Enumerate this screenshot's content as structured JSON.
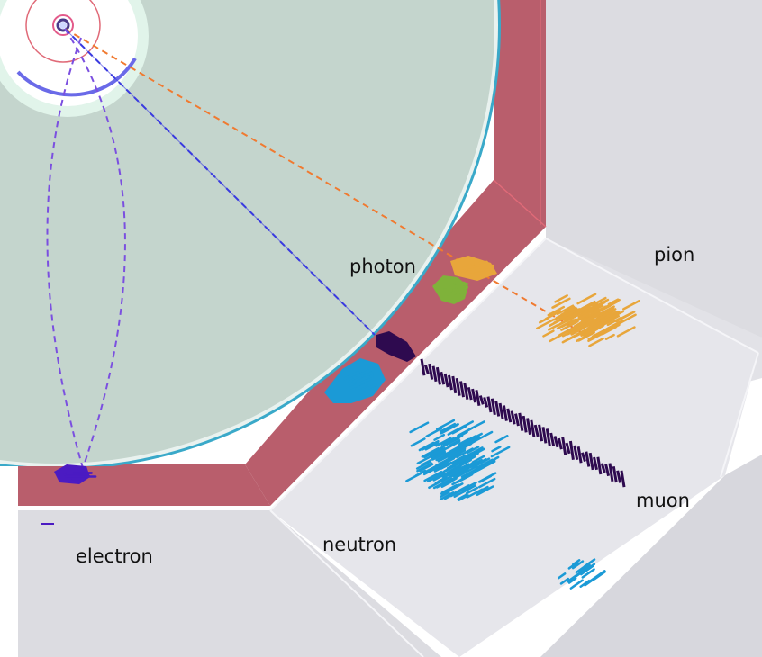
{
  "labels": {
    "photon": "photon",
    "pion": "pion",
    "muon": "muon",
    "neutron": "neutron",
    "electron": "electron"
  },
  "colors": {
    "photon": "#7fb23a",
    "pion": "#e8a63b",
    "muon": "#2e0a4f",
    "neutron": "#1b9ad6",
    "electron": "#4b1bc2",
    "electron_track": "#7b4fe0",
    "neutron_track": "#3a3ae0",
    "pion_track": "#f07a30",
    "calorimeter_band": "#b3505f",
    "tracker_fill": "#c4d5cd",
    "detector_panel": "#dddde2"
  }
}
